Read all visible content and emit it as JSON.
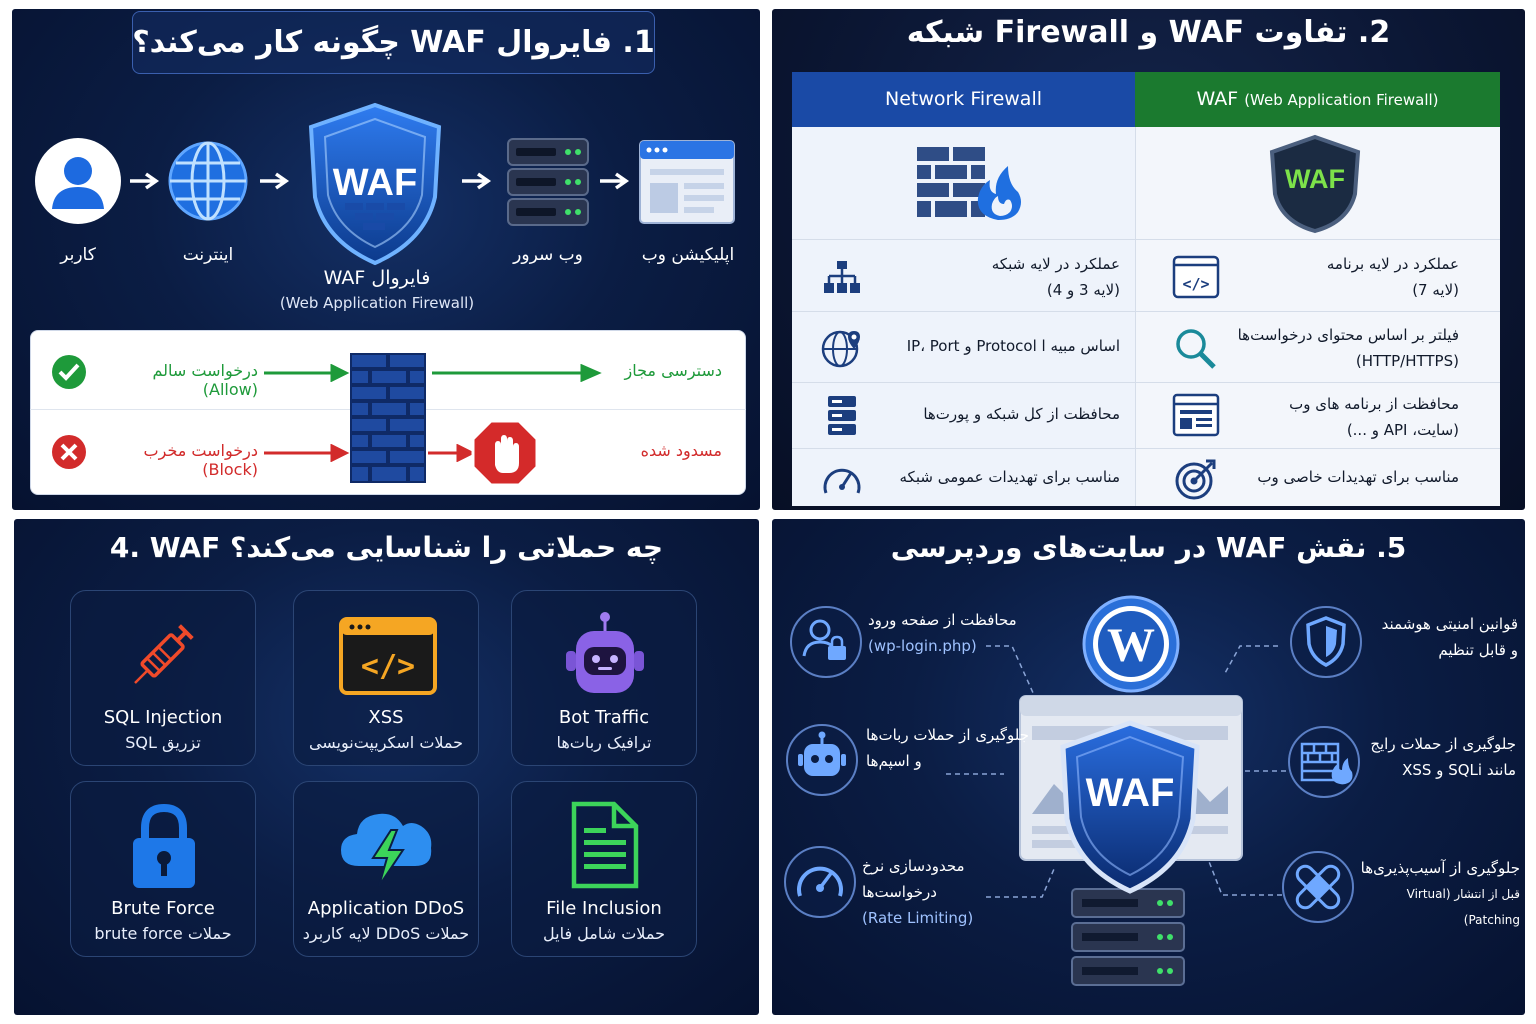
{
  "panel1": {
    "title": "1. فایروال WAF چگونه کار می‌کند؟",
    "nodes": {
      "user": "کاربر",
      "internet": "اینترنت",
      "waf_label": "فایروال WAF",
      "waf_sub": "(Web Application Firewall)",
      "waf_badge": "WAF",
      "server": "وب سرور",
      "app": "اپلیکیشن وب"
    },
    "allow": {
      "request": "درخواست سالم (Allow)",
      "result": "دسترسی مجاز"
    },
    "block": {
      "request": "درخواست مخرب (Block)",
      "result": "مسدود شده"
    }
  },
  "panel2": {
    "title": "2. تفاوت WAF و Firewall شبکه",
    "col_network": "Network Firewall",
    "col_waf_main": "WAF",
    "col_waf_sub": "(Web Application Firewall)",
    "waf_shield": "WAF",
    "rows": [
      {
        "network_1": "عملکرد در لایه شبکه",
        "network_2": "(لایه 3 و 4)",
        "waf_1": "عملکرد در لایه برنامه",
        "waf_2": "(لایه 7)",
        "network_icon": "network-tree-icon",
        "waf_icon": "code-window-icon"
      },
      {
        "network_1": "IP، Port و Protocol اساس مبیه ا",
        "network_2": "",
        "waf_1": "فیلتر بر اساس محتوای درخواست‌ها",
        "waf_2": "(HTTP/HTTPS)",
        "network_icon": "globe-pin-icon",
        "waf_icon": "magnifier-icon"
      },
      {
        "network_1": "محافظت از کل شبکه و پورت‌ها",
        "network_2": "",
        "waf_1": "محافظت از برنامه  های وب",
        "waf_2": "(سایت، API و ...)",
        "network_icon": "server-stack-icon",
        "waf_icon": "web-page-icon"
      },
      {
        "network_1": "مناسب برای تهدیدات عمومی شبکه",
        "network_2": "",
        "waf_1": "مناسب برای تهدیدات خاصی وب",
        "waf_2": "",
        "network_icon": "gauge-icon",
        "waf_icon": "target-icon"
      }
    ]
  },
  "panel4": {
    "title": "4. WAF چه حملاتی را شناسایی می‌کند؟",
    "cards": [
      {
        "en": "SQL Injection",
        "fa": "تزریق SQL",
        "icon": "syringe-icon"
      },
      {
        "en": "XSS",
        "fa": "حملات اسکریپت‌نویسی",
        "icon": "code-window-icon"
      },
      {
        "en": "Bot Traffic",
        "fa": "ترافیک ربات‌ها",
        "icon": "robot-icon"
      },
      {
        "en": "Brute Force",
        "fa": "حملات brute force",
        "icon": "padlock-icon"
      },
      {
        "en": "Application DDoS",
        "fa": "حملات DDoS لایه کاربرد",
        "icon": "cloud-bolt-icon"
      },
      {
        "en": "File Inclusion",
        "fa": "حملات شامل فایل",
        "icon": "document-icon"
      }
    ]
  },
  "panel5": {
    "title": "5. نقش WAF در سایت‌های وردپرسی",
    "waf_badge": "WAF",
    "features": [
      {
        "l1": "محافظت از صفحه ورود",
        "l2": "(wp-login.php)",
        "icon": "user-lock-icon"
      },
      {
        "l1": "جلوگیری از حملات ربات‌ها",
        "l2": "و اسپم‌ها",
        "icon": "robot-icon"
      },
      {
        "l1": "محدودسازی نرخ درخواست‌ها",
        "l2": "(Rate Limiting)",
        "icon": "gauge-icon"
      },
      {
        "l1": "قوانین امنیتی هوشمند",
        "l2": "و قابل تنظیم",
        "icon": "shield-icon"
      },
      {
        "l1": "جلوگیری از حملات رایج",
        "l2": "مانند SQLi و XSS",
        "icon": "firewall-icon"
      },
      {
        "l1": "جلوگیری از آسیب‌پذیری‌ها",
        "l2": "قبل از انتشار (Virtual Patching)",
        "icon": "bandage-icon"
      }
    ]
  },
  "colors": {
    "allow": "#1e9a3a",
    "block": "#d22b2b",
    "accent_blue": "#1f6fe0",
    "waf_green": "#1b7a2f"
  }
}
